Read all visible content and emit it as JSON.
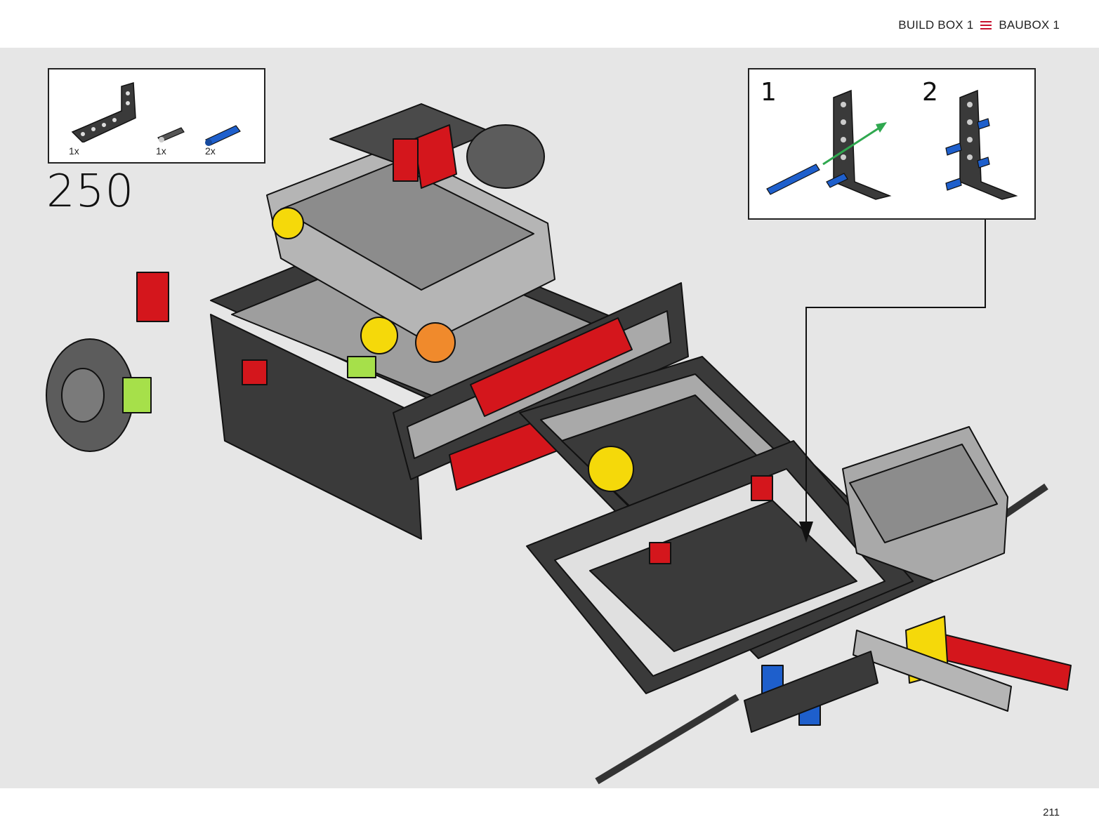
{
  "header": {
    "left_label": "BUILD BOX 1",
    "right_label": "BAUBOX 1",
    "menu_icon": "three-lines-icon",
    "accent": "#c8102e"
  },
  "parts": [
    {
      "name": "l-beam",
      "qty": "1x"
    },
    {
      "name": "axle-pin",
      "qty": "1x"
    },
    {
      "name": "blue-pin",
      "qty": "2x"
    }
  ],
  "step": {
    "number": "250"
  },
  "substeps": [
    {
      "label": "1"
    },
    {
      "label": "2"
    }
  ],
  "page_number": "211",
  "colors": {
    "background": "#e6e6e6",
    "dark_gray": "#3a3a3a",
    "light_gray": "#a9a9a9",
    "red": "#d4161c",
    "yellow": "#f5d90a",
    "blue": "#1e5fcc",
    "lime": "#a6e04a",
    "orange": "#f08a2c"
  }
}
